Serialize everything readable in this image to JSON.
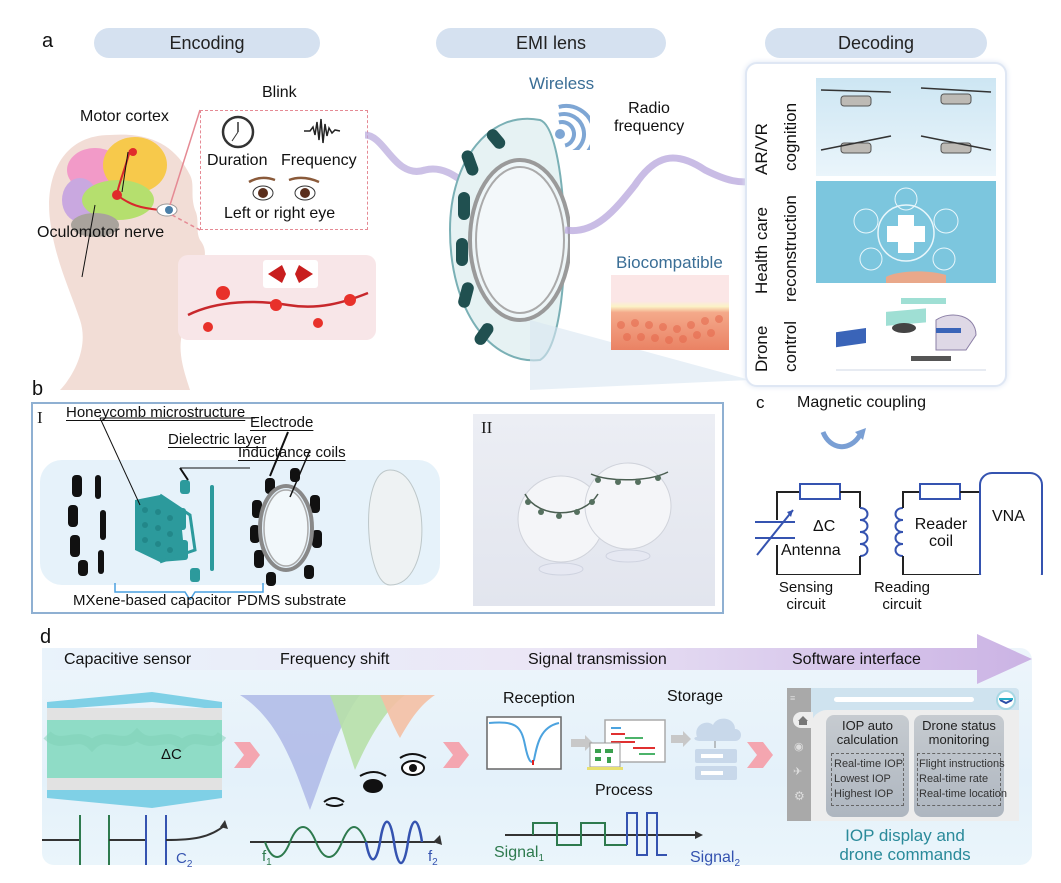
{
  "panel_a": {
    "letter": "a",
    "headers": {
      "encoding": "Encoding",
      "emi_lens": "EMI lens",
      "decoding": "Decoding"
    },
    "brain_labels": {
      "motor_cortex": "Motor cortex",
      "oculomotor_nerve": "Oculomotor nerve"
    },
    "blink": {
      "title": "Blink",
      "duration": "Duration",
      "frequency": "Frequency",
      "eye_side": "Left or right eye"
    },
    "lens": {
      "wireless": "Wireless",
      "radio_frequency_line1": "Radio",
      "radio_frequency_line2": "frequency",
      "biocompatible": "Biocompatible"
    },
    "decoding_rows": [
      {
        "line1": "AR/VR",
        "line2": "cognition"
      },
      {
        "line1": "Health care",
        "line2": "reconstruction"
      },
      {
        "line1": "Drone",
        "line2": "control"
      }
    ]
  },
  "panel_b": {
    "letter": "b",
    "sub_i": "I",
    "sub_ii": "II",
    "labels": {
      "honeycomb": "Honeycomb microstructure",
      "dielectric": "Dielectric layer",
      "electrode": "Electrode",
      "inductance": "Inductance coils",
      "mxene": "MXene-based capacitor",
      "pdms": "PDMS substrate"
    }
  },
  "panel_c": {
    "letter": "c",
    "magnetic_coupling": "Magnetic coupling",
    "delta_c": "ΔC",
    "antenna": "Antenna",
    "reader_line1": "Reader",
    "reader_line2": "coil",
    "vna": "VNA",
    "sensing_line1": "Sensing",
    "sensing_line2": "circuit",
    "reading_line1": "Reading",
    "reading_line2": "circuit"
  },
  "panel_d": {
    "letter": "d",
    "stages": [
      "Capacitive sensor",
      "Frequency shift",
      "Signal transmission",
      "Software interface"
    ],
    "delta_c": "ΔC",
    "c2_base": "C",
    "c2_sub": "2",
    "f1_base": "f",
    "f1_sub": "1",
    "f2_base": "f",
    "f2_sub": "2",
    "reception": "Reception",
    "process": "Process",
    "storage": "Storage",
    "signal1_base": "Signal",
    "signal1_sub": "1",
    "signal2_base": "Signal",
    "signal2_sub": "2",
    "software": {
      "card1_line1": "IOP auto",
      "card1_line2": "calculation",
      "card1_items": [
        "Real-time IOP",
        "Lowest IOP",
        "Highest IOP"
      ],
      "card2_line1": "Drone status",
      "card2_line2": "monitoring",
      "card2_items": [
        "Flight instructions",
        "Real-time rate",
        "Real-time location"
      ],
      "sidebar_icons": [
        "menu-icon",
        "home-icon",
        "eye-icon",
        "drone-icon",
        "gear-icon"
      ]
    },
    "caption_line1": "IOP display and",
    "caption_line2": "drone commands"
  },
  "colors": {
    "pill_bg": "#d5e1f0",
    "accent_blue": "#3a6e96",
    "teal": "#2a8a9a",
    "green_signal": "#2e7a4e",
    "blue_signal": "#3553b0",
    "pink_dash": "#e58a94"
  }
}
